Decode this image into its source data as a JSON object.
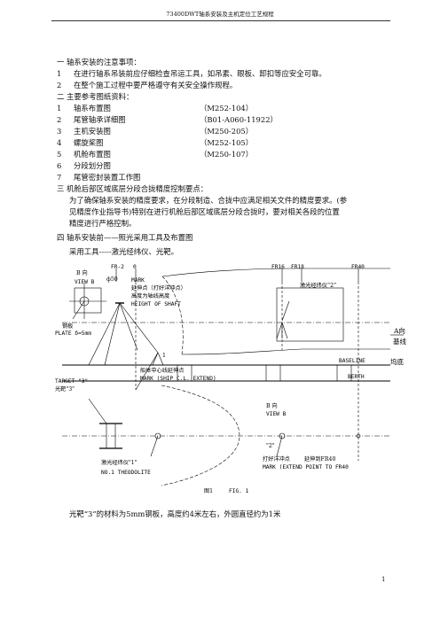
{
  "header": {
    "title": "73400DWT轴系安装及主机定位工艺规程"
  },
  "sections": {
    "s1_title": "一  轴系安装的注意事项：",
    "s1_item1_num": "1",
    "s1_item1_text": "在进行轴系吊装前应仔细检查吊运工具，如吊素、眼板、卸扣等应安全可靠。",
    "s1_item2_num": "2",
    "s1_item2_text": "在整个施工过程中要严格遵守有关安全操作规程。",
    "s2_title": "二  主要参考图纸资料：",
    "refs": [
      {
        "num": "1",
        "name": "轴系布置图",
        "code": "（M252-104）"
      },
      {
        "num": "2",
        "name": "尾管轴承详细图",
        "code": "（B01-A060-11922）"
      },
      {
        "num": "3",
        "name": "主机安装图",
        "code": "（M250-205）"
      },
      {
        "num": "4",
        "name": "螺旋桨图",
        "code": "（M252-105）"
      },
      {
        "num": "5",
        "name": "机舱布置图",
        "code": "（M250-107）"
      },
      {
        "num": "6",
        "name": "分段划分图",
        "code": ""
      },
      {
        "num": "7",
        "name": "尾管密封装置工作图",
        "code": ""
      }
    ],
    "s3_title": "三  机舱后部区域底层分段合拢精度控制要点：",
    "s3_p1": "为了确保轴系安装的精度要求，在分段制造、合拢中应满足相关文件的精度要求。(参",
    "s3_p2": "见精度作业指导书)特别在进行机舱后部区域底层分段合拢时，要对相关各段的位置",
    "s3_p3": "精度进行严格控制。",
    "s4_title": "四  轴系安装前——照光采用工具及布置图",
    "s4_tools": "采用工具-----激光经纬仪、光靶。"
  },
  "figure": {
    "b_view_label": "B 向",
    "view_b": "VIEW B",
    "phi50": "ф50",
    "fr2": "FR-2",
    "fr0": "0",
    "mark": "MARK",
    "extension_point": "延伸点（打好洋冲点）",
    "shaft_height_cn": "高度为轴线高度",
    "height_of_shaft": "HEIGHT OF SHAFT",
    "steel_plate_cn": "钢板",
    "plate": "PLATE δ=5mm",
    "fr16": "FR16",
    "fr18": "FR18",
    "fr40": "FR40",
    "laser2": "激光经纬仪“2”",
    "a_view": "A向",
    "baseline_cn": "基线",
    "baseline": "BASELINE",
    "berth_cn": "坞底",
    "berth": "BERTH",
    "num1": "1",
    "ship_cl_cn": "船体中心线延伸点",
    "ship_cl_mark": "MARK (SHIP C.L. EXTEND)",
    "target3": "TARGET \"3\"",
    "target3_cn": "光靶\"3\"",
    "b_view2": "B 向",
    "view_b2": "VIEW B",
    "num2": "\"2\"",
    "laser1": "激光经纬仪\"1\"",
    "theodolite1": "NO.1 THEODOLITE",
    "punch_point": "打好洋冲点",
    "extend_to": "延伸到FR40",
    "mark_extend": "MARK (EXTEND POINT TO FR40",
    "fig_cn": "图1",
    "fig_en": "FIG. 1"
  },
  "footer_note": "光靶“3”的材料为5mm钢板，高度约4米左右，外圆直径约为1米",
  "page_number": "1"
}
